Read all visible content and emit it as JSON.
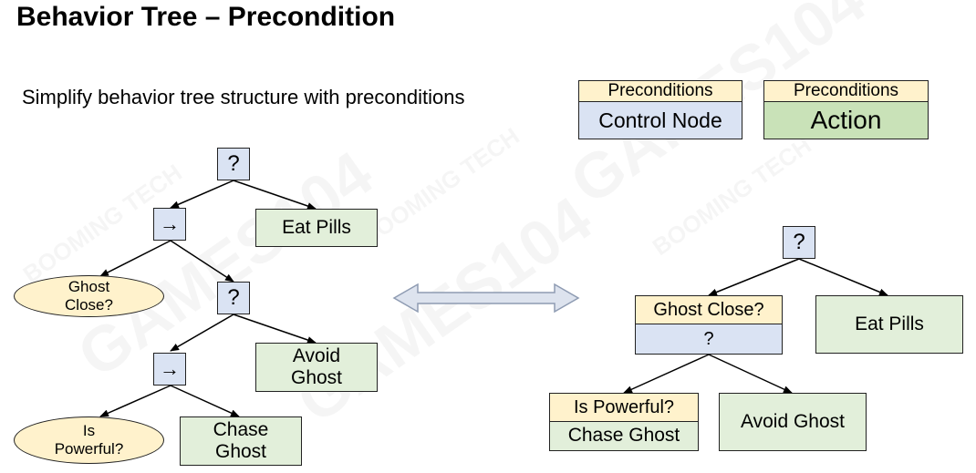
{
  "title": "Behavior Tree – Precondition",
  "subtitle": "Simplify behavior tree structure with preconditions",
  "legend": {
    "control": {
      "precondition": "Preconditions",
      "label": "Control Node"
    },
    "action": {
      "precondition": "Preconditions",
      "label": "Action"
    }
  },
  "left_tree": {
    "root": "?",
    "sequence_1": "→",
    "eat_pills": "Eat Pills",
    "ghost_close": "Ghost Close?",
    "selector_2": "?",
    "avoid_ghost": "Avoid Ghost",
    "sequence_2": "→",
    "is_powerful": "Is Powerful?",
    "chase_ghost": "Chase Ghost"
  },
  "right_tree": {
    "root": "?",
    "ghost_close_precondition": "Ghost Close?",
    "selector": "?",
    "eat_pills": "Eat Pills",
    "is_powerful_precondition": "Is Powerful?",
    "chase_ghost": "Chase Ghost",
    "avoid_ghost": "Avoid Ghost"
  },
  "watermark": {
    "games": "GAMES104",
    "booming": "BOOMING TECH"
  },
  "colors": {
    "control_fill": "#dae3f3",
    "action_fill": "#e2efda",
    "legend_action_fill": "#c9e2b8",
    "precondition_fill": "#fff2cc",
    "arrow_fill": "#dde3ee"
  }
}
